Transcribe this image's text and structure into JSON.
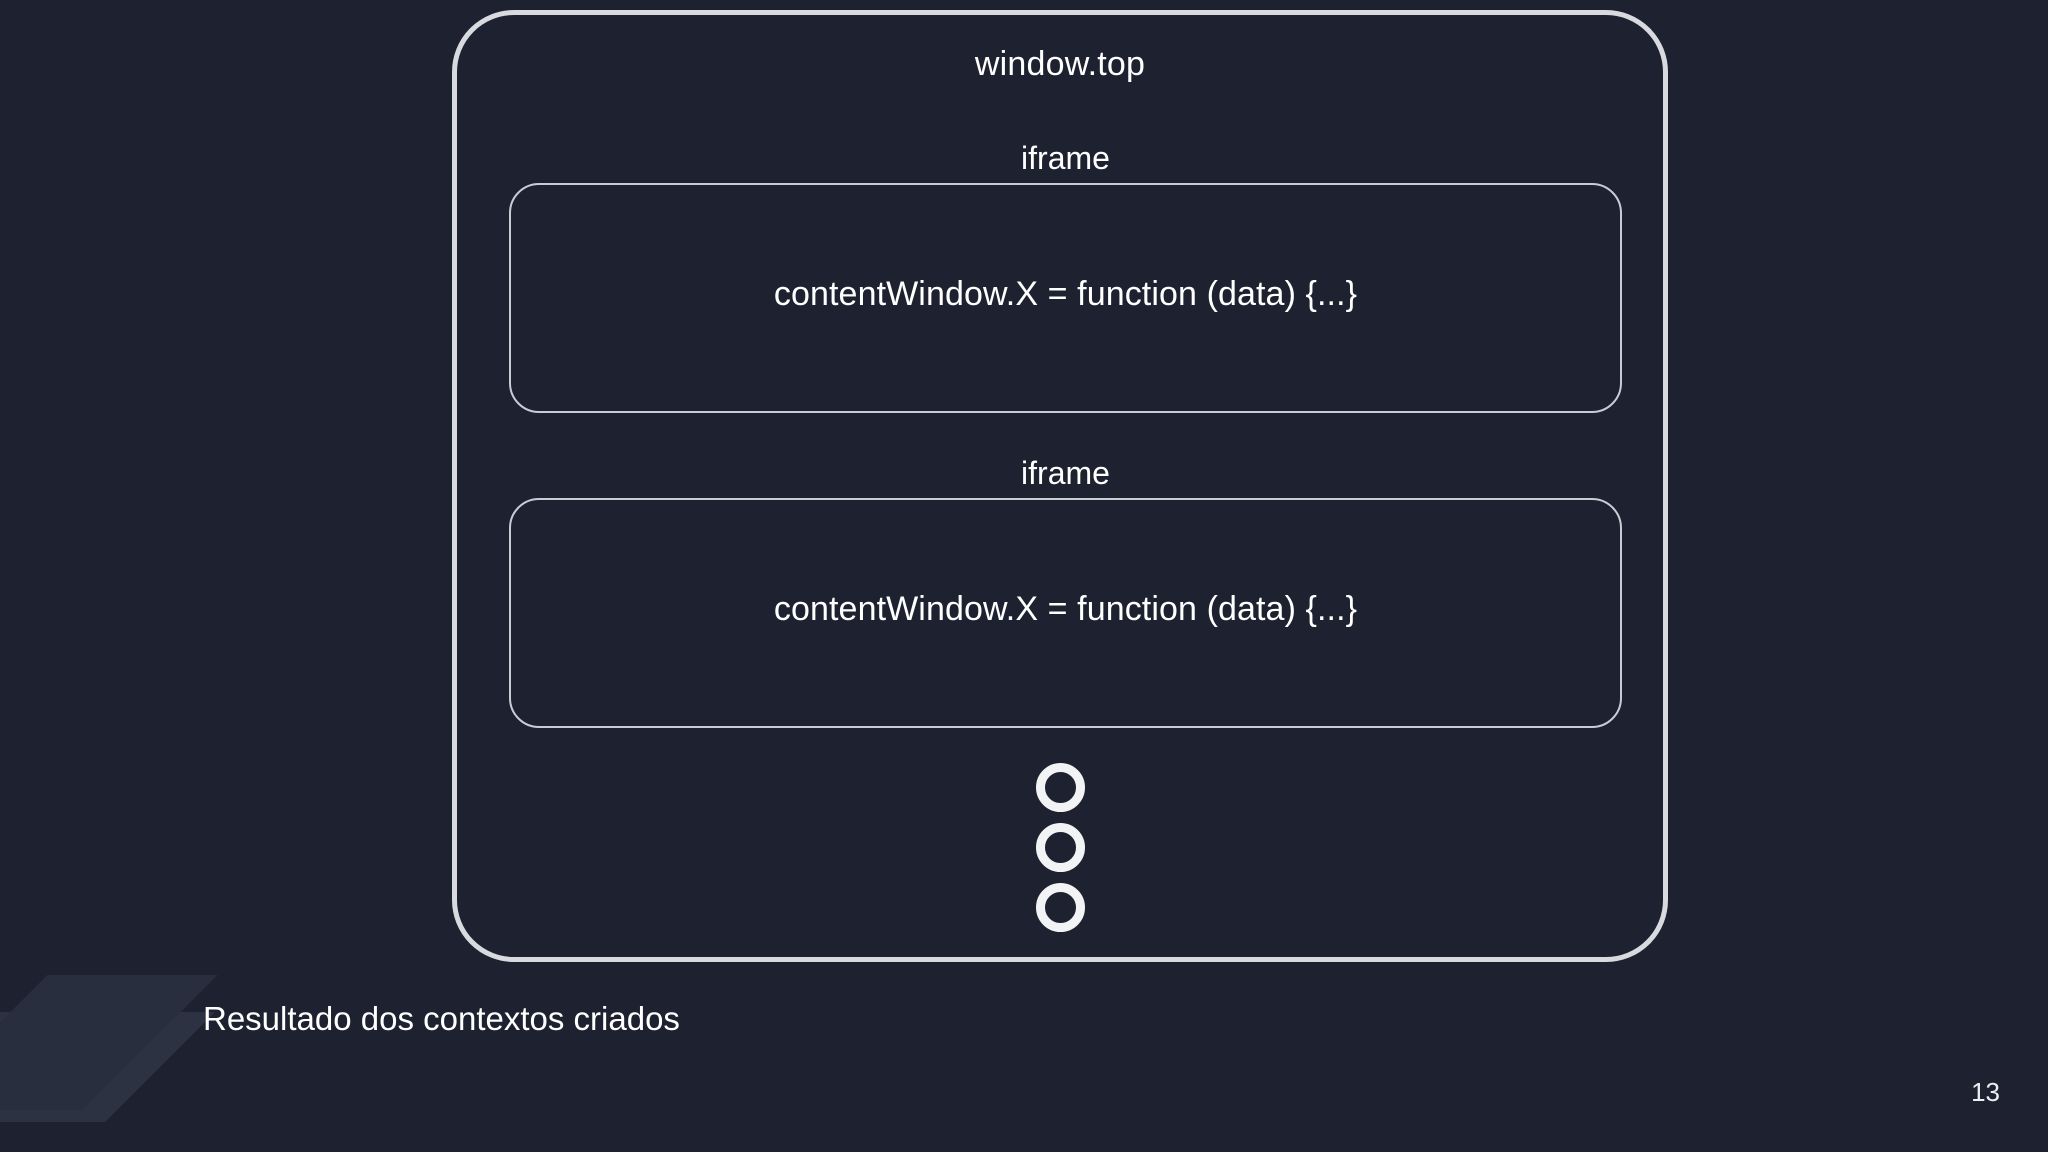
{
  "slide": {
    "page_number": "13",
    "caption": "Resultado dos contextos criados",
    "background_color": "#1e2230",
    "text_color": "#ffffff",
    "border_color": "#d8dadf"
  },
  "diagram": {
    "outer": {
      "label": "window.top",
      "border_color": "#d8dadf"
    },
    "frames": [
      {
        "label": "iframe",
        "code": "contentWindow.X = function (data) {...}"
      },
      {
        "label": "iframe",
        "code": "contentWindow.X = function (data) {...}"
      }
    ],
    "ellipsis": {
      "name": "more-frames-indicator",
      "count": 3,
      "color": "#f2f3f5"
    }
  }
}
